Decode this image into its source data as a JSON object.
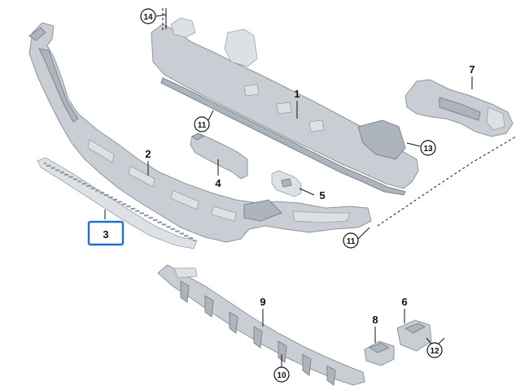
{
  "callouts": [
    {
      "id": "1",
      "circled": false
    },
    {
      "id": "2",
      "circled": false
    },
    {
      "id": "3",
      "circled": false,
      "highlighted": true
    },
    {
      "id": "4",
      "circled": false
    },
    {
      "id": "5",
      "circled": false
    },
    {
      "id": "6",
      "circled": false
    },
    {
      "id": "7",
      "circled": false
    },
    {
      "id": "8",
      "circled": false
    },
    {
      "id": "9",
      "circled": false
    },
    {
      "id": "10",
      "circled": true
    },
    {
      "id": "11",
      "circled": true
    },
    {
      "id": "11",
      "circled": true
    },
    {
      "id": "12",
      "circled": true
    },
    {
      "id": "13",
      "circled": true
    },
    {
      "id": "14",
      "circled": true
    }
  ],
  "colors": {
    "highlight": "#1d6fd1",
    "part_fill": "#c9ced4",
    "part_stroke": "#8f969d"
  }
}
